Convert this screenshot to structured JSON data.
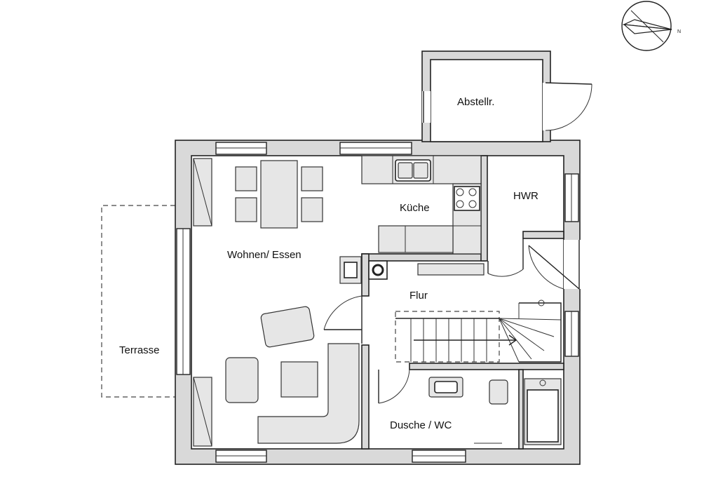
{
  "rooms": {
    "abstellraum": "Abstellr.",
    "wohnen_essen": "Wohnen/ Essen",
    "kueche": "Küche",
    "hwr": "HWR",
    "flur": "Flur",
    "terrasse": "Terrasse",
    "dusche_wc": "Dusche / WC"
  },
  "compass": {
    "north_label": "N",
    "icon": "north-arrow-icon"
  }
}
